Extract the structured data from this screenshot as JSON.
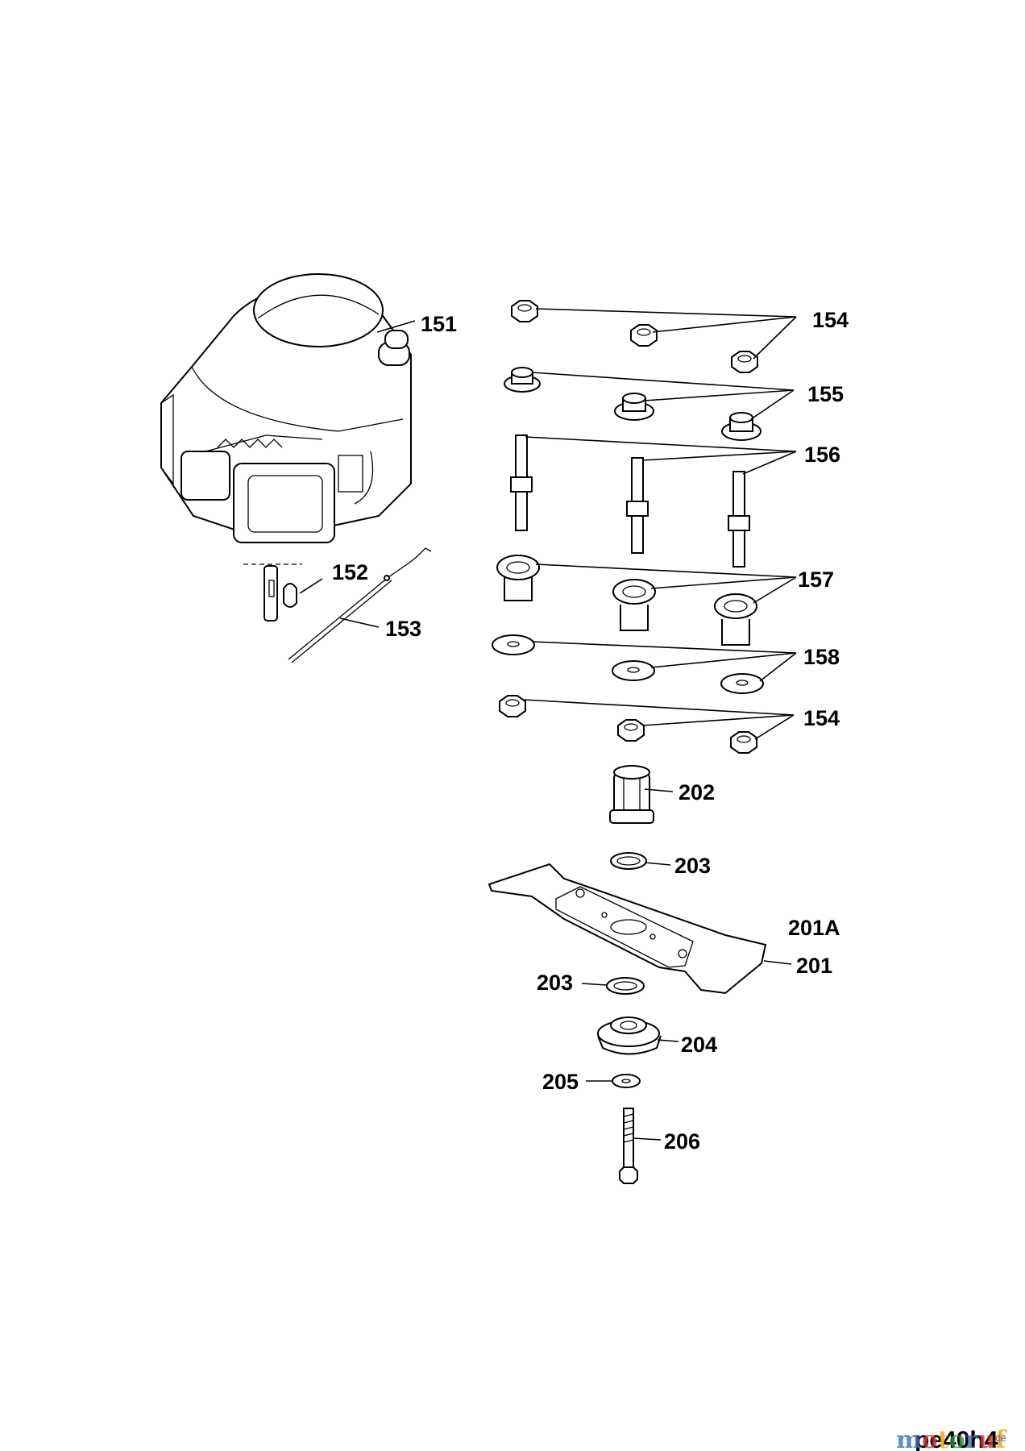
{
  "diagram_ref": "pe40h4",
  "watermark": {
    "main": "motoruf",
    "suffix": ".de",
    "colors": [
      "#3a6fb5",
      "#c43a2c",
      "#e3a21a",
      "#2e8b3e"
    ]
  },
  "part_labels": {
    "p151": "151",
    "p152": "152",
    "p153": "153",
    "p154a": "154",
    "p155": "155",
    "p156": "156",
    "p157": "157",
    "p158": "158",
    "p154b": "154",
    "p202": "202",
    "p203a": "203",
    "p201A": "201A",
    "p201": "201",
    "p203b": "203",
    "p204": "204",
    "p205": "205",
    "p206": "206"
  }
}
